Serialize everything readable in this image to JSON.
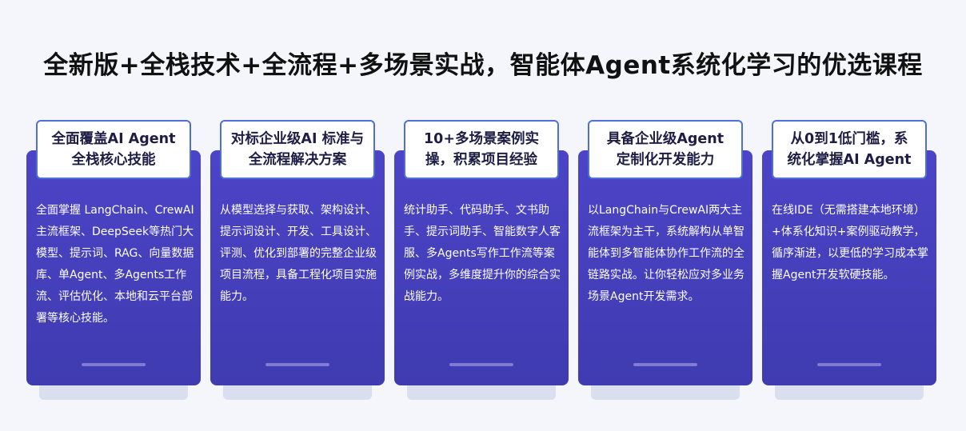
{
  "headline": "全新版+全栈技术+全流程+多场景实战，智能体Agent系统化学习的优选课程",
  "cards": [
    {
      "title": "全面覆盖AI Agent\n全栈核心技能",
      "description": "全面掌握 LangChain、CrewAI主流框架、DeepSeek等热门大模型、提示词、RAG、向量数据库、单Agent、多Agents工作流、评估优化、本地和云平台部署等核心技能。"
    },
    {
      "title": "对标企业级AI 标准与\n全流程解决方案",
      "description": "从模型选择与获取、架构设计、提示词设计、开发、工具设计、评测、优化到部署的完整企业级项目流程，具备工程化项目实施能力。"
    },
    {
      "title": "10+多场景案例实\n操，积累项目经验",
      "description": "统计助手、代码助手、文书助手、提示词助手、智能数字人客服、多Agents写作工作流等案例实战，多维度提升你的综合实战能力。"
    },
    {
      "title": "具备企业级Agent\n定制化开发能力",
      "description": "以LangChain与CrewAI两大主流框架为主干，系统解构从单智能体到多智能体协作工作流的全链路实战。让你轻松应对多业务场景Agent开发需求。"
    },
    {
      "title": "从0到1低门槛，系\n统化掌握AI Agent",
      "description": "在线IDE（无需搭建本地环境）+体系化知识+案例驱动教学，循序渐进，以更低的学习成本掌握Agent开发软硬技能。"
    }
  ]
}
